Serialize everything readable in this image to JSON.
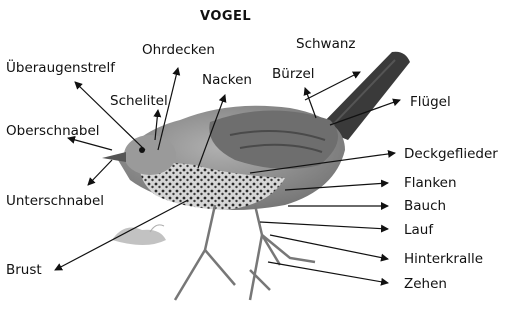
{
  "title": "VOGEL",
  "labels": {
    "ueberaugenstreif": "Überaugenstrelf",
    "ohrdecken": "Ohrdecken",
    "schwanz": "Schwanz",
    "buerzel": "Bürzel",
    "nacken": "Nacken",
    "schelitel": "Schelitel",
    "fluegel": "Flügel",
    "oberschnabel": "Oberschnabel",
    "deckgeflieder": "Deckgeflieder",
    "flanken": "Flanken",
    "unterschnabel": "Unterschnabel",
    "bauch": "Bauch",
    "lauf": "Lauf",
    "hinterkralle": "Hinterkralle",
    "brust": "Brust",
    "zehen": "Zehen"
  },
  "colors": {
    "ink": "#111111",
    "bird_body": "#8c8c8c",
    "bird_dark": "#3a3a3a",
    "breast_speckle": "#2a2a2a"
  }
}
